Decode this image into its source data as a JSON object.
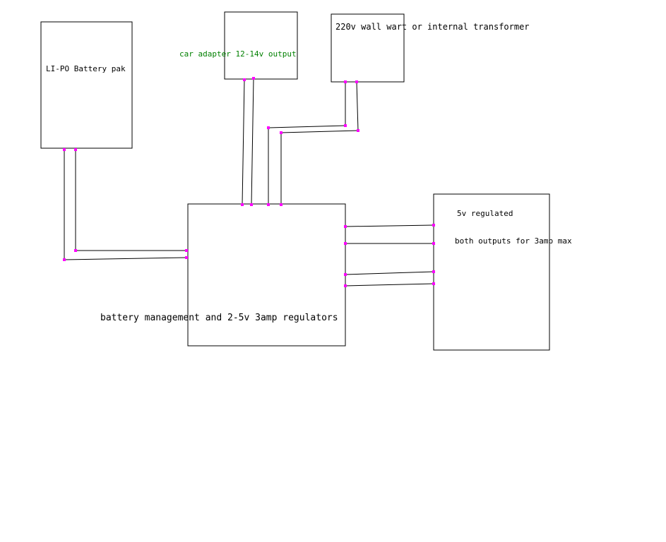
{
  "labels": {
    "lipo": "LI-PO Battery pak",
    "car": "car adapter 12-14v output",
    "wall": "220v wall wart or internal transformer",
    "mgmt": "battery management and 2-5v 3amp regulators",
    "out_title": "5v regulated",
    "out_note": "both outputs for 3amp max"
  },
  "colors": {
    "line": "#000000",
    "node": "#ff00ff",
    "car_label": "#008000"
  }
}
